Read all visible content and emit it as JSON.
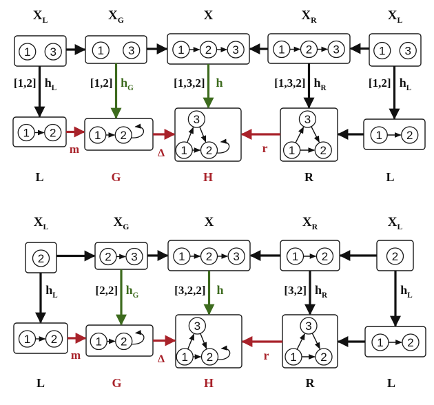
{
  "colors": {
    "black": "#111111",
    "green": "#3d6b1e",
    "red": "#a8222a"
  },
  "panels": [
    {
      "name": "top",
      "top_labels": {
        "xl_left": [
          "X",
          "L"
        ],
        "xg": [
          "X",
          "G"
        ],
        "x": [
          "X",
          ""
        ],
        "xr": [
          "X",
          "R"
        ],
        "xl_right": [
          "X",
          "L"
        ]
      },
      "boxes": {
        "xl_left": {
          "nodes": [
            "1",
            "3"
          ],
          "edges": []
        },
        "xg": {
          "nodes": [
            "1",
            "3"
          ],
          "edges": []
        },
        "x": {
          "nodes": [
            "1",
            "2",
            "3"
          ],
          "edges": [
            [
              "1",
              "2"
            ],
            [
              "2",
              "3"
            ]
          ]
        },
        "xr": {
          "nodes": [
            "1",
            "2",
            "3"
          ],
          "edges": [
            [
              "1",
              "2"
            ],
            [
              "2",
              "3"
            ]
          ]
        },
        "xl_right": {
          "nodes": [
            "1",
            "3"
          ],
          "edges": []
        },
        "l_left": {
          "nodes": [
            "1",
            "2"
          ],
          "edges": [
            [
              "1",
              "2"
            ]
          ]
        },
        "g": {
          "nodes": [
            "1",
            "2"
          ],
          "edges": [
            [
              "1",
              "2"
            ],
            [
              "2",
              "2"
            ]
          ]
        },
        "h": {
          "nodes": [
            "1",
            "2",
            "3"
          ],
          "edges": [
            [
              "1",
              "3"
            ],
            [
              "3",
              "2"
            ],
            [
              "1",
              "2"
            ],
            [
              "2",
              "2"
            ]
          ]
        },
        "r": {
          "nodes": [
            "1",
            "2",
            "3"
          ],
          "edges": [
            [
              "1",
              "3"
            ],
            [
              "3",
              "2"
            ],
            [
              "1",
              "2"
            ]
          ]
        },
        "l_right": {
          "nodes": [
            "1",
            "2"
          ],
          "edges": [
            [
              "1",
              "2"
            ]
          ]
        }
      },
      "vertical_maps": {
        "hL_left": {
          "label": "h",
          "sub": "L",
          "annotation": "[1,2]"
        },
        "hG": {
          "label": "h",
          "sub": "G",
          "annotation": "[1,2]"
        },
        "h": {
          "label": "h",
          "sub": "",
          "annotation": "[1,3,2]"
        },
        "hR": {
          "label": "h",
          "sub": "R",
          "annotation": "[1,3,2]"
        },
        "hL_right": {
          "label": "h",
          "sub": "L",
          "annotation": "[1,2]"
        }
      },
      "horizontal_maps": {
        "m": "m",
        "delta": "Δ",
        "r": "r"
      },
      "bottom_labels": {
        "l_left": "L",
        "g": "G",
        "h": "H",
        "r": "R",
        "l_right": "L"
      }
    },
    {
      "name": "bottom",
      "top_labels": {
        "xl_left": [
          "X",
          "L"
        ],
        "xg": [
          "X",
          "G"
        ],
        "x": [
          "X",
          ""
        ],
        "xr": [
          "X",
          "R"
        ],
        "xl_right": [
          "X",
          "L"
        ]
      },
      "boxes": {
        "xl_left": {
          "nodes": [
            "2"
          ],
          "edges": []
        },
        "xg": {
          "nodes": [
            "2",
            "3"
          ],
          "edges": [
            [
              "2",
              "3"
            ]
          ]
        },
        "x": {
          "nodes": [
            "1",
            "2",
            "3"
          ],
          "edges": [
            [
              "1",
              "2"
            ],
            [
              "2",
              "3"
            ]
          ]
        },
        "xr": {
          "nodes": [
            "1",
            "2"
          ],
          "edges": [
            [
              "1",
              "2"
            ]
          ]
        },
        "xl_right": {
          "nodes": [
            "2"
          ],
          "edges": []
        },
        "l_left": {
          "nodes": [
            "1",
            "2"
          ],
          "edges": [
            [
              "1",
              "2"
            ]
          ]
        },
        "g": {
          "nodes": [
            "1",
            "2"
          ],
          "edges": [
            [
              "1",
              "2"
            ],
            [
              "2",
              "2"
            ]
          ]
        },
        "h": {
          "nodes": [
            "1",
            "2",
            "3"
          ],
          "edges": [
            [
              "1",
              "3"
            ],
            [
              "3",
              "2"
            ],
            [
              "1",
              "2"
            ],
            [
              "2",
              "2"
            ]
          ]
        },
        "r": {
          "nodes": [
            "1",
            "2",
            "3"
          ],
          "edges": [
            [
              "1",
              "3"
            ],
            [
              "3",
              "2"
            ],
            [
              "1",
              "2"
            ]
          ]
        },
        "l_right": {
          "nodes": [
            "1",
            "2"
          ],
          "edges": [
            [
              "1",
              "2"
            ]
          ]
        }
      },
      "vertical_maps": {
        "hL_left": {
          "label": "h",
          "sub": "L",
          "annotation": ""
        },
        "hG": {
          "label": "h",
          "sub": "G",
          "annotation": "[2,2]"
        },
        "h": {
          "label": "h",
          "sub": "",
          "annotation": "[3,2,2]"
        },
        "hR": {
          "label": "h",
          "sub": "R",
          "annotation": "[3,2]"
        },
        "hL_right": {
          "label": "h",
          "sub": "L",
          "annotation": ""
        }
      },
      "horizontal_maps": {
        "m": "m",
        "delta": "Δ",
        "r": "r"
      },
      "bottom_labels": {
        "l_left": "L",
        "g": "G",
        "h": "H",
        "r": "R",
        "l_right": "L"
      }
    }
  ]
}
